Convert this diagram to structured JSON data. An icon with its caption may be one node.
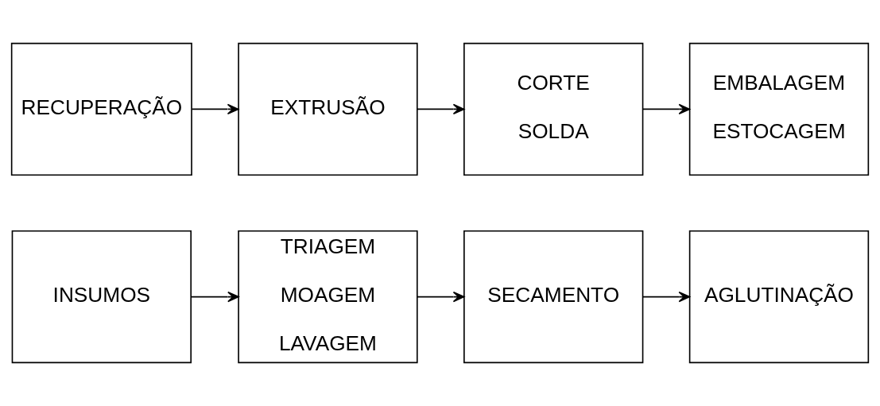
{
  "diagram": {
    "nodes": [
      {
        "text": [
          "INSUMOS"
        ]
      },
      {
        "text": [
          "TRIAGEM",
          "MOAGEM",
          "LAVAGEM"
        ]
      },
      {
        "text": [
          "SECAMENTO"
        ]
      },
      {
        "text": [
          "AGLUTINAÇÃO"
        ]
      },
      {
        "text": [
          "RECUPERAÇÃO"
        ]
      },
      {
        "text": [
          "EXTRUSÃO"
        ]
      },
      {
        "text": [
          "CORTE",
          "SOLDA"
        ]
      },
      {
        "text": [
          "EMBALAGEM",
          "ESTOCAGEM"
        ]
      }
    ],
    "edges": [
      {
        "from": 0,
        "to": 1,
        "arrow": "to"
      },
      {
        "from": 1,
        "to": 2,
        "arrow": "to"
      },
      {
        "from": 2,
        "to": 3,
        "arrow": "to"
      },
      {
        "from": 4,
        "to": 5,
        "arrow": "to"
      },
      {
        "from": 5,
        "to": 6,
        "arrow": "to"
      },
      {
        "from": 6,
        "to": 7,
        "arrow": "to"
      }
    ]
  }
}
